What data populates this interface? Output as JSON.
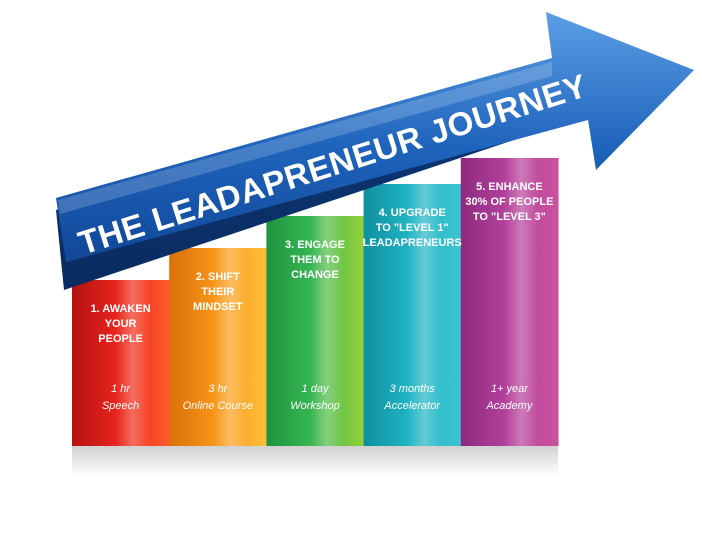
{
  "title": "THE LEADAPRENEUR JOURNEY",
  "colors": {
    "arrow_light": "#3d86d6",
    "arrow_mid": "#1b5fb5",
    "arrow_dark": "#0f3f86",
    "text_on_bar": "#ffffff"
  },
  "steps": [
    {
      "label_lines": [
        "1. AWAKEN",
        "YOUR",
        "PEOPLE"
      ],
      "duration": "1 hr",
      "format": "Speech",
      "colors": [
        "#b31212",
        "#e8241c",
        "#ff5a2c"
      ]
    },
    {
      "label_lines": [
        "2. SHIFT",
        "THEIR",
        "MINDSET"
      ],
      "duration": "3 hr",
      "format": "Online Course",
      "colors": [
        "#d9700a",
        "#f79418",
        "#ffbf3a"
      ]
    },
    {
      "label_lines": [
        "3. ENGAGE",
        "THEM TO",
        "CHANGE"
      ],
      "duration": "1 day",
      "format": "Workshop",
      "colors": [
        "#1f9440",
        "#36b552",
        "#96d03a"
      ]
    },
    {
      "label_lines": [
        "4. UPGRADE",
        "TO \"LEVEL 1\"",
        "LEADAPRENEURS"
      ],
      "duration": "3 months",
      "format": "Accelerator",
      "colors": [
        "#0f8f9f",
        "#1fb3c2",
        "#3cc4d1"
      ]
    },
    {
      "label_lines": [
        "5. ENHANCE",
        "30% OF PEOPLE",
        "TO \"LEVEL 3\""
      ],
      "duration": "1+ year",
      "format": "Academy",
      "colors": [
        "#8e2a7e",
        "#b2409b",
        "#c9539f"
      ]
    }
  ]
}
